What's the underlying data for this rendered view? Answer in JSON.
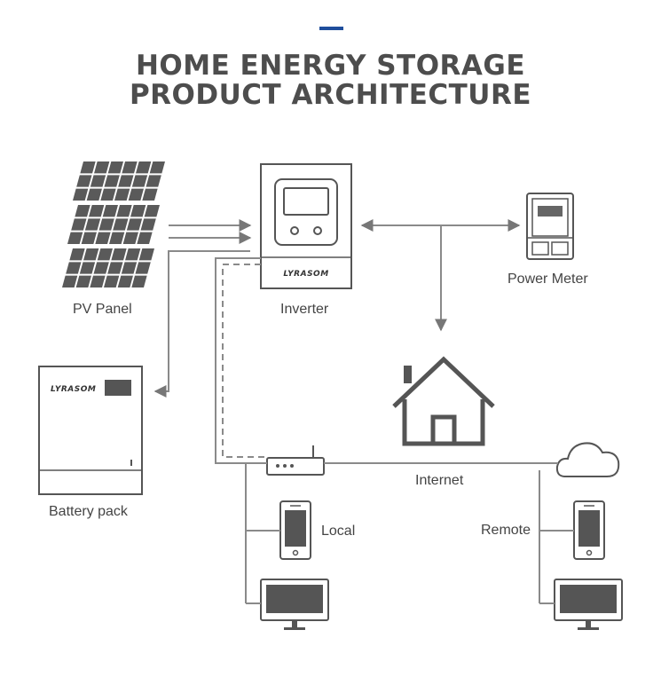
{
  "title": {
    "line1": "HOME ENERGY STORAGE",
    "line2": "PRODUCT ARCHITECTURE"
  },
  "colors": {
    "accent": "#1f4e9c",
    "line": "#8a8a8a",
    "device_stroke": "#555555",
    "text": "#444444"
  },
  "nodes": {
    "pv_panel": {
      "label": "PV Panel"
    },
    "inverter": {
      "label": "Inverter",
      "brand": "LYRASOM"
    },
    "power_meter": {
      "label": "Power Meter"
    },
    "battery": {
      "label": "Battery pack",
      "brand": "LYRASOM"
    },
    "house": {
      "icon": "house-icon"
    },
    "router": {
      "icon": "router-icon"
    },
    "cloud": {
      "icon": "cloud-icon"
    }
  },
  "links": {
    "internet": "Internet",
    "local": "Local",
    "remote": "Remote"
  }
}
